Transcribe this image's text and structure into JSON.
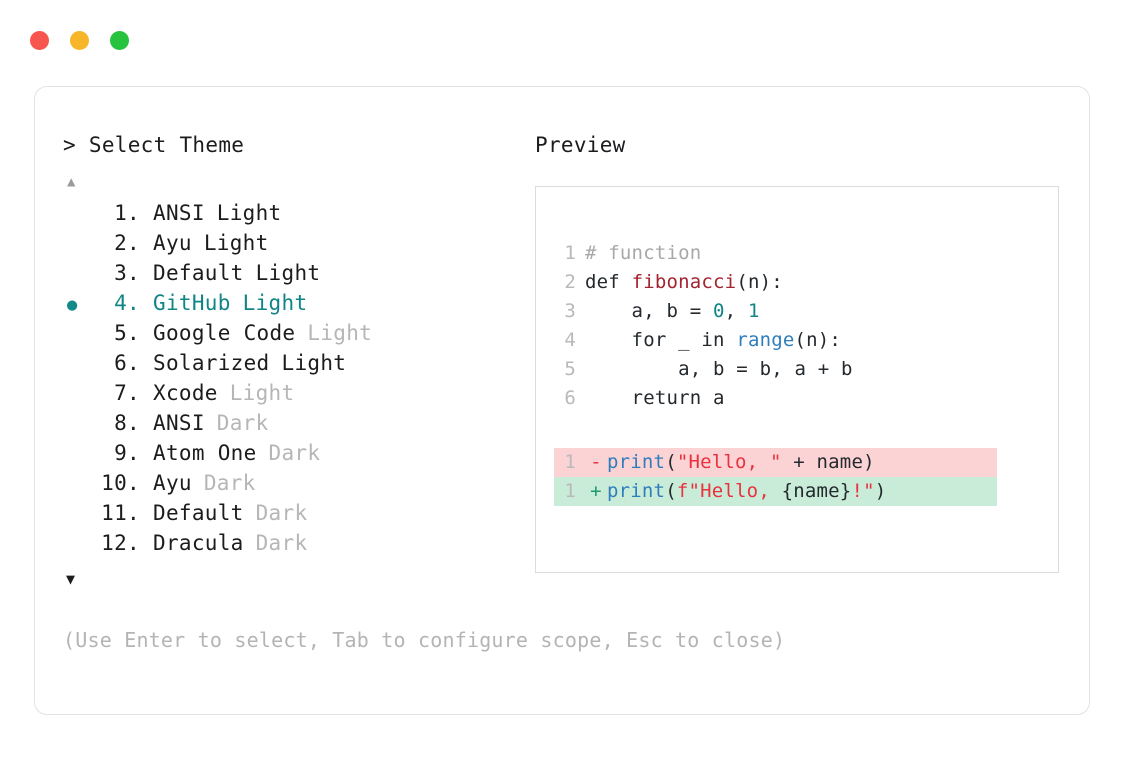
{
  "window": {
    "traffic_lights": [
      {
        "name": "close-button",
        "color": "#f7564f"
      },
      {
        "name": "minimize-button",
        "color": "#f6b628"
      },
      {
        "name": "maximize-button",
        "color": "#27c33f"
      }
    ]
  },
  "left": {
    "prompt": "> Select Theme",
    "scroll_up": "▲",
    "scroll_down": "▼",
    "selected_bullet": "●",
    "themes": [
      {
        "index": "1.",
        "name": "ANSI",
        "variant": "Light",
        "dim": false,
        "selected": false
      },
      {
        "index": "2.",
        "name": "Ayu",
        "variant": "Light",
        "dim": false,
        "selected": false
      },
      {
        "index": "3.",
        "name": "Default",
        "variant": "Light",
        "dim": false,
        "selected": false
      },
      {
        "index": "4.",
        "name": "GitHub",
        "variant": "Light",
        "dim": false,
        "selected": true
      },
      {
        "index": "5.",
        "name": "Google Code",
        "variant": "Light",
        "dim": true,
        "selected": false
      },
      {
        "index": "6.",
        "name": "Solarized",
        "variant": "Light",
        "dim": false,
        "selected": false
      },
      {
        "index": "7.",
        "name": "Xcode",
        "variant": "Light",
        "dim": true,
        "selected": false
      },
      {
        "index": "8.",
        "name": "ANSI",
        "variant": "Dark",
        "dim": true,
        "selected": false
      },
      {
        "index": "9.",
        "name": "Atom One",
        "variant": "Dark",
        "dim": true,
        "selected": false
      },
      {
        "index": "10.",
        "name": "Ayu",
        "variant": "Dark",
        "dim": true,
        "selected": false
      },
      {
        "index": "11.",
        "name": "Default",
        "variant": "Dark",
        "dim": true,
        "selected": false
      },
      {
        "index": "12.",
        "name": "Dracula",
        "variant": "Dark",
        "dim": true,
        "selected": false
      }
    ]
  },
  "footer": {
    "hint": "(Use Enter to select, Tab to configure scope, Esc to close)"
  },
  "right": {
    "label": "Preview",
    "code_lines": [
      {
        "ln": "1",
        "tokens": [
          {
            "t": "# function",
            "c": "tok-comment"
          }
        ]
      },
      {
        "ln": "2",
        "tokens": [
          {
            "t": "def ",
            "c": "tok-kw"
          },
          {
            "t": "fibonacci",
            "c": "tok-fn"
          },
          {
            "t": "(n):",
            "c": "tok-plain"
          }
        ]
      },
      {
        "ln": "3",
        "tokens": [
          {
            "t": "    a, b = ",
            "c": "tok-plain"
          },
          {
            "t": "0",
            "c": "tok-num"
          },
          {
            "t": ", ",
            "c": "tok-plain"
          },
          {
            "t": "1",
            "c": "tok-num"
          }
        ]
      },
      {
        "ln": "4",
        "tokens": [
          {
            "t": "    for _ in ",
            "c": "tok-plain"
          },
          {
            "t": "range",
            "c": "tok-builtin"
          },
          {
            "t": "(n):",
            "c": "tok-plain"
          }
        ]
      },
      {
        "ln": "5",
        "tokens": [
          {
            "t": "        a, b = b, a + b",
            "c": "tok-plain"
          }
        ]
      },
      {
        "ln": "6",
        "tokens": [
          {
            "t": "    return a",
            "c": "tok-plain"
          }
        ]
      }
    ],
    "diff_lines": [
      {
        "ln": "1",
        "sign": "-",
        "kind": "del",
        "tokens": [
          {
            "t": "print",
            "c": "tok-builtin"
          },
          {
            "t": "(",
            "c": "tok-plain"
          },
          {
            "t": "\"Hello, \"",
            "c": "tok-str"
          },
          {
            "t": " + name)",
            "c": "tok-plain"
          }
        ]
      },
      {
        "ln": "1",
        "sign": "+",
        "kind": "add",
        "tokens": [
          {
            "t": "print",
            "c": "tok-builtin"
          },
          {
            "t": "(",
            "c": "tok-plain"
          },
          {
            "t": "f\"Hello, ",
            "c": "tok-str"
          },
          {
            "t": "{name}",
            "c": "tok-plain"
          },
          {
            "t": "!\"",
            "c": "tok-str"
          },
          {
            "t": ")",
            "c": "tok-plain"
          }
        ]
      }
    ]
  }
}
